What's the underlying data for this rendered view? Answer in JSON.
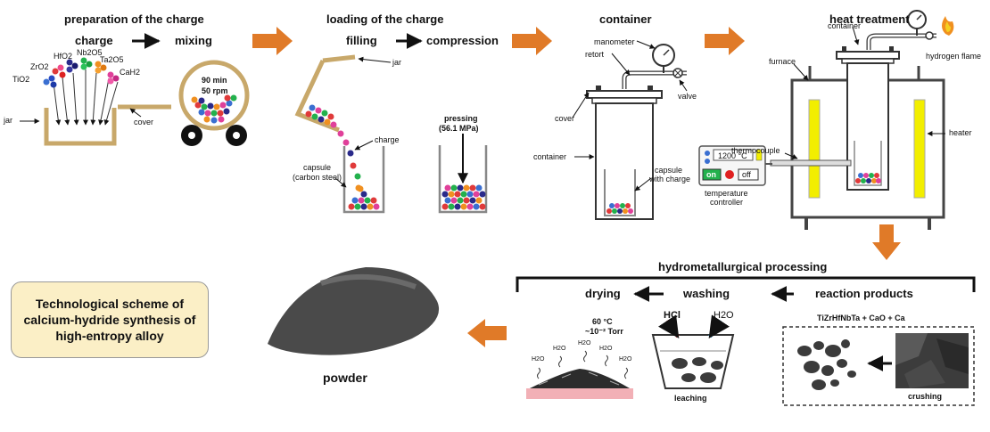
{
  "colors": {
    "jar": "#c8a86a",
    "arrow": "#e07a28",
    "heater": "#f2ee00",
    "note_bg": "#fbefc6",
    "pink_plate": "#f2b0b6",
    "hcl": "#e53030",
    "water": "#2aa8e8"
  },
  "stage1": {
    "title": "preparation of the charge",
    "step_a": "charge",
    "step_b": "mixing",
    "oxides": {
      "tio2": "TiO2",
      "zro2": "ZrO2",
      "hfo2": "HfO2",
      "nb2o5": "Nb2O5",
      "ta2o5": "Ta2O5",
      "cah2": "CaH2"
    },
    "jar": "jar",
    "cover": "cover",
    "mix_time": "90 min",
    "mix_speed": "50 rpm"
  },
  "stage2": {
    "title": "loading of the charge",
    "step_a": "filling",
    "step_b": "compression",
    "jar": "jar",
    "charge": "charge",
    "capsule_a": "capsule",
    "capsule_b": "(carbon steel)",
    "pressing_a": "pressing",
    "pressing_b": "(56.1 MPa)"
  },
  "stage3": {
    "title": "container",
    "manometer": "manometer",
    "retort": "retort",
    "cover": "cover",
    "valve": "valve",
    "container": "container",
    "capsule_a": "capsule",
    "capsule_b": "with charge"
  },
  "stage4": {
    "title": "heat treatment",
    "container": "container",
    "furnace": "furnace",
    "hydrogen": "hydrogen flame",
    "heater": "heater",
    "thermocouple": "thermocouple",
    "temp_display": "1200 °C",
    "btn_on": "on",
    "btn_off": "off",
    "controller_a": "temperature",
    "controller_b": "controller"
  },
  "hydro": {
    "title": "hydrometallurgical processing",
    "drying": "drying",
    "washing": "washing",
    "reaction_products": "reaction products",
    "products_formula": "TiZrHfNbTa + CaO + Ca",
    "crushing": "crushing",
    "leaching": "leaching",
    "hcl": "HCl",
    "water": "H2O",
    "drying_temp": "60 °C",
    "drying_pressure": "~10⁻² Torr",
    "vapor": "H2O"
  },
  "powder": "powder",
  "note": {
    "line1": "Technological scheme of",
    "line2": "calcium-hydride synthesis of",
    "line3": "high-entropy alloy"
  }
}
